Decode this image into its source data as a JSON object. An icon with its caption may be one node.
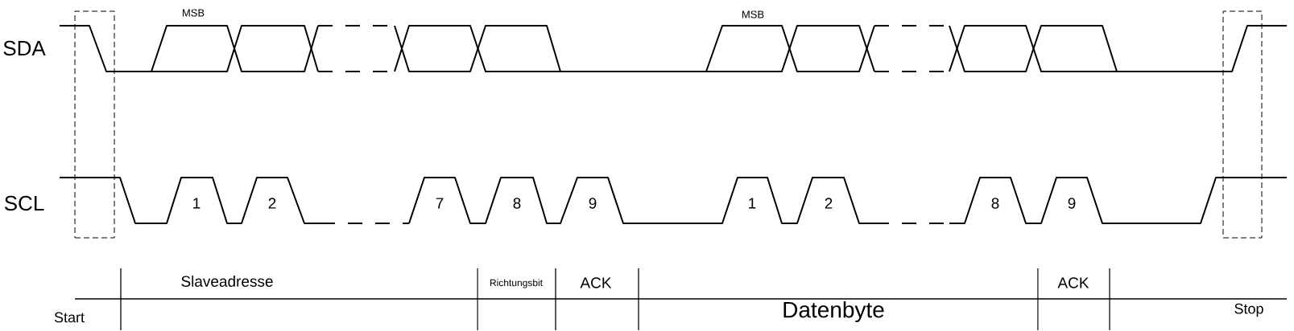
{
  "diagram": {
    "nodes": [
      {
        "text": [],
        "shape": "box"
      },
      {
        "text": [],
        "shape": "box"
      }
    ],
    "labels": [
      "MSB",
      "MSB",
      "SDA",
      "SCL",
      "1",
      "2",
      "7",
      "8",
      "9",
      "1",
      "2",
      "8",
      "9",
      "Slaveadresse",
      "Richtungsbit",
      "ACK",
      "ACK",
      "Start",
      "Datenbyte",
      "Stop"
    ]
  }
}
